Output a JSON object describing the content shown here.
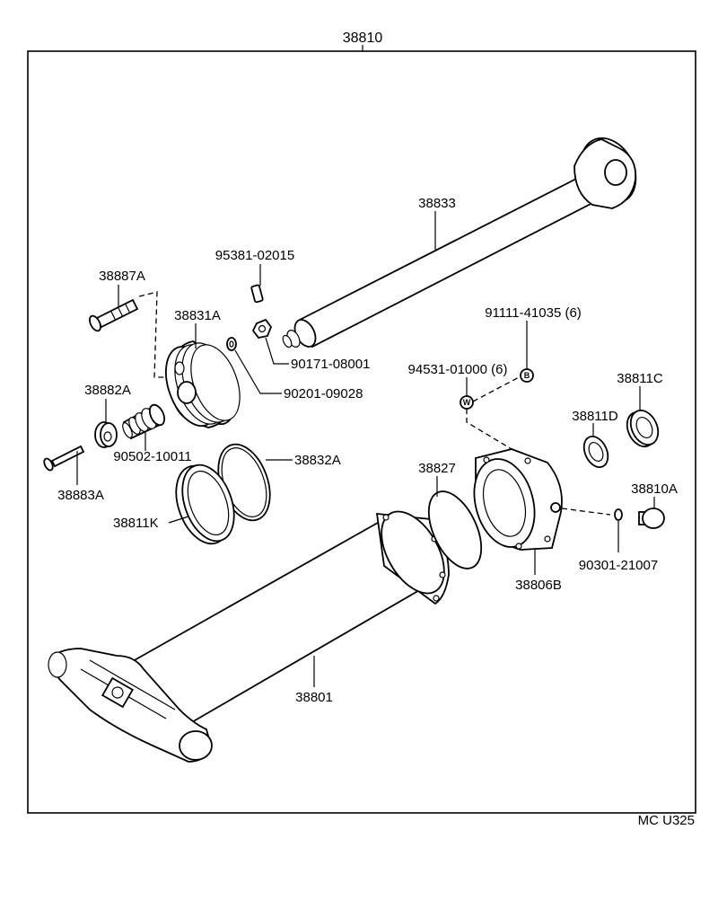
{
  "assembly_number": "38810",
  "drawing_code": "MC U325",
  "parts": {
    "p38833": "38833",
    "p95381_02015": "95381-02015",
    "p38887A": "38887A",
    "p38831A": "38831A",
    "p90171_08001": "90171-08001",
    "p91111_41035": "91111-41035 (6)",
    "p94531_01000": "94531-01000 (6)",
    "p90201_09028": "90201-09028",
    "p38882A": "38882A",
    "p38811C": "38811C",
    "p38811D": "38811D",
    "p90502_10011": "90502-10011",
    "p38832A": "38832A",
    "p38827": "38827",
    "p38883A": "38883A",
    "p38810A": "38810A",
    "p38811K": "38811K",
    "p90301_21007": "90301-21007",
    "p38806B": "38806B",
    "p38801": "38801"
  },
  "badges": {
    "b": "B",
    "w": "W"
  }
}
